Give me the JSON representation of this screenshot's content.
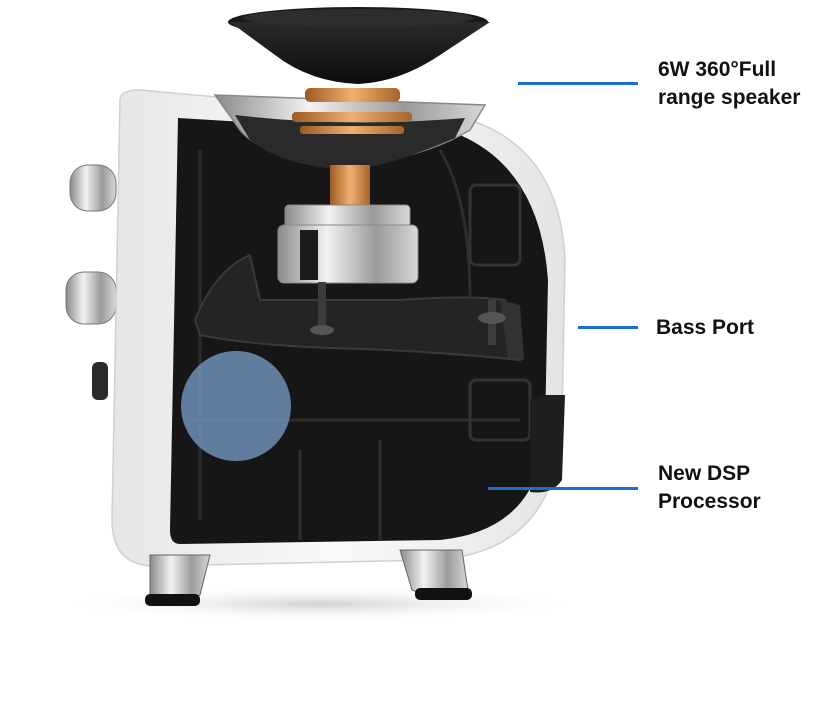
{
  "callouts": [
    {
      "line1": "6W 360°Full",
      "line2": "range speaker"
    },
    {
      "line1": "Bass Port"
    },
    {
      "line1": "New DSP",
      "line2": "Processor"
    }
  ],
  "colors": {
    "callout_line": "#1a6fd0",
    "shell": "#f3f3f3",
    "interior": "#1b1b1b",
    "accent_copper": "#d68a3c",
    "overlay_circle": "#6f8fb5"
  },
  "icons": [
    "speaker-cutaway-illustration"
  ]
}
